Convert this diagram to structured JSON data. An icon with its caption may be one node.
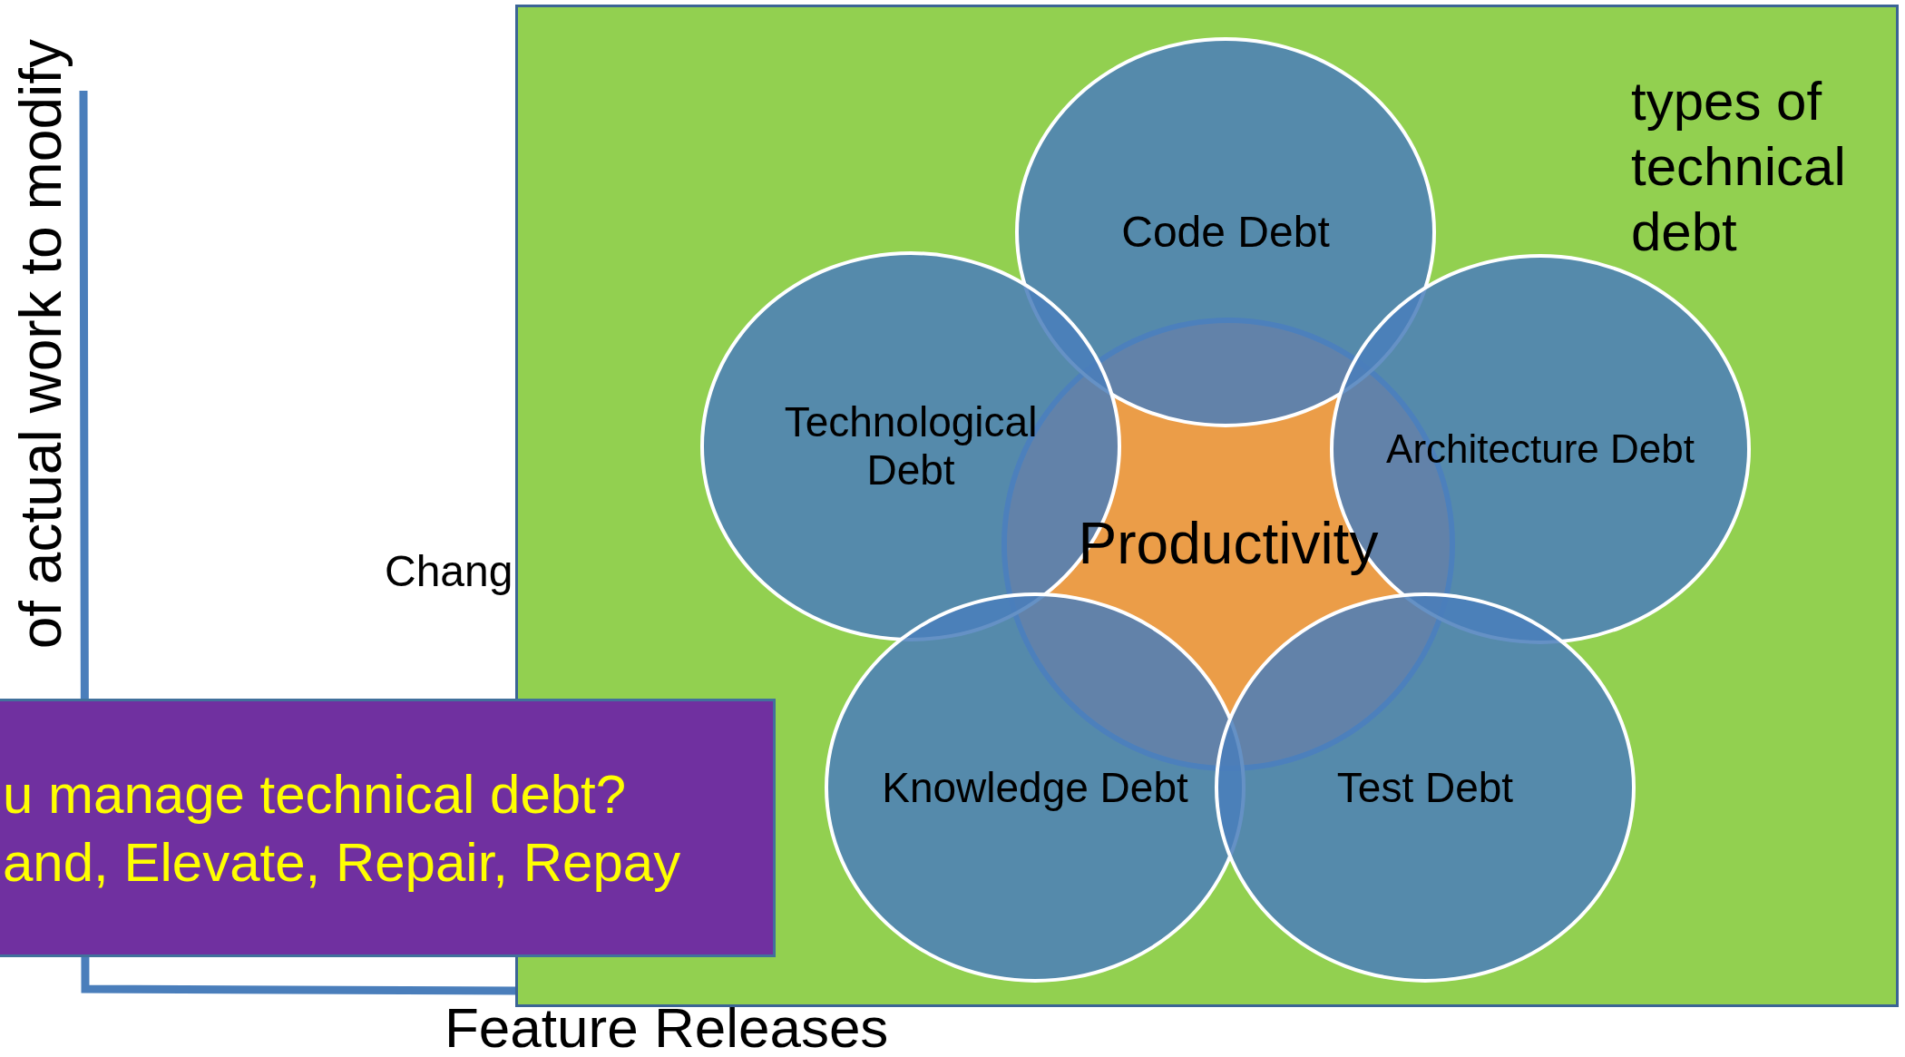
{
  "diagram": {
    "nodes": [
      {
        "text": [
          "types of technical debt"
        ]
      },
      {
        "text": [
          "Code Debt"
        ],
        "in": 0
      },
      {
        "text": [
          "Technological Debt"
        ],
        "in": 0
      },
      {
        "text": [
          "Architecture Debt"
        ],
        "in": 0
      },
      {
        "text": [
          "Productivity"
        ],
        "in": 0
      },
      {
        "text": [
          "Knowledge Debt"
        ],
        "in": 0
      },
      {
        "text": [
          "Test Debt"
        ],
        "in": 0
      },
      {
        "text": [
          "u manage technical debt?",
          "and, Elevate, Repair, Repay"
        ]
      }
    ],
    "labels": [
      "of actual work to modify",
      "Chang",
      "Feature Releases"
    ]
  }
}
